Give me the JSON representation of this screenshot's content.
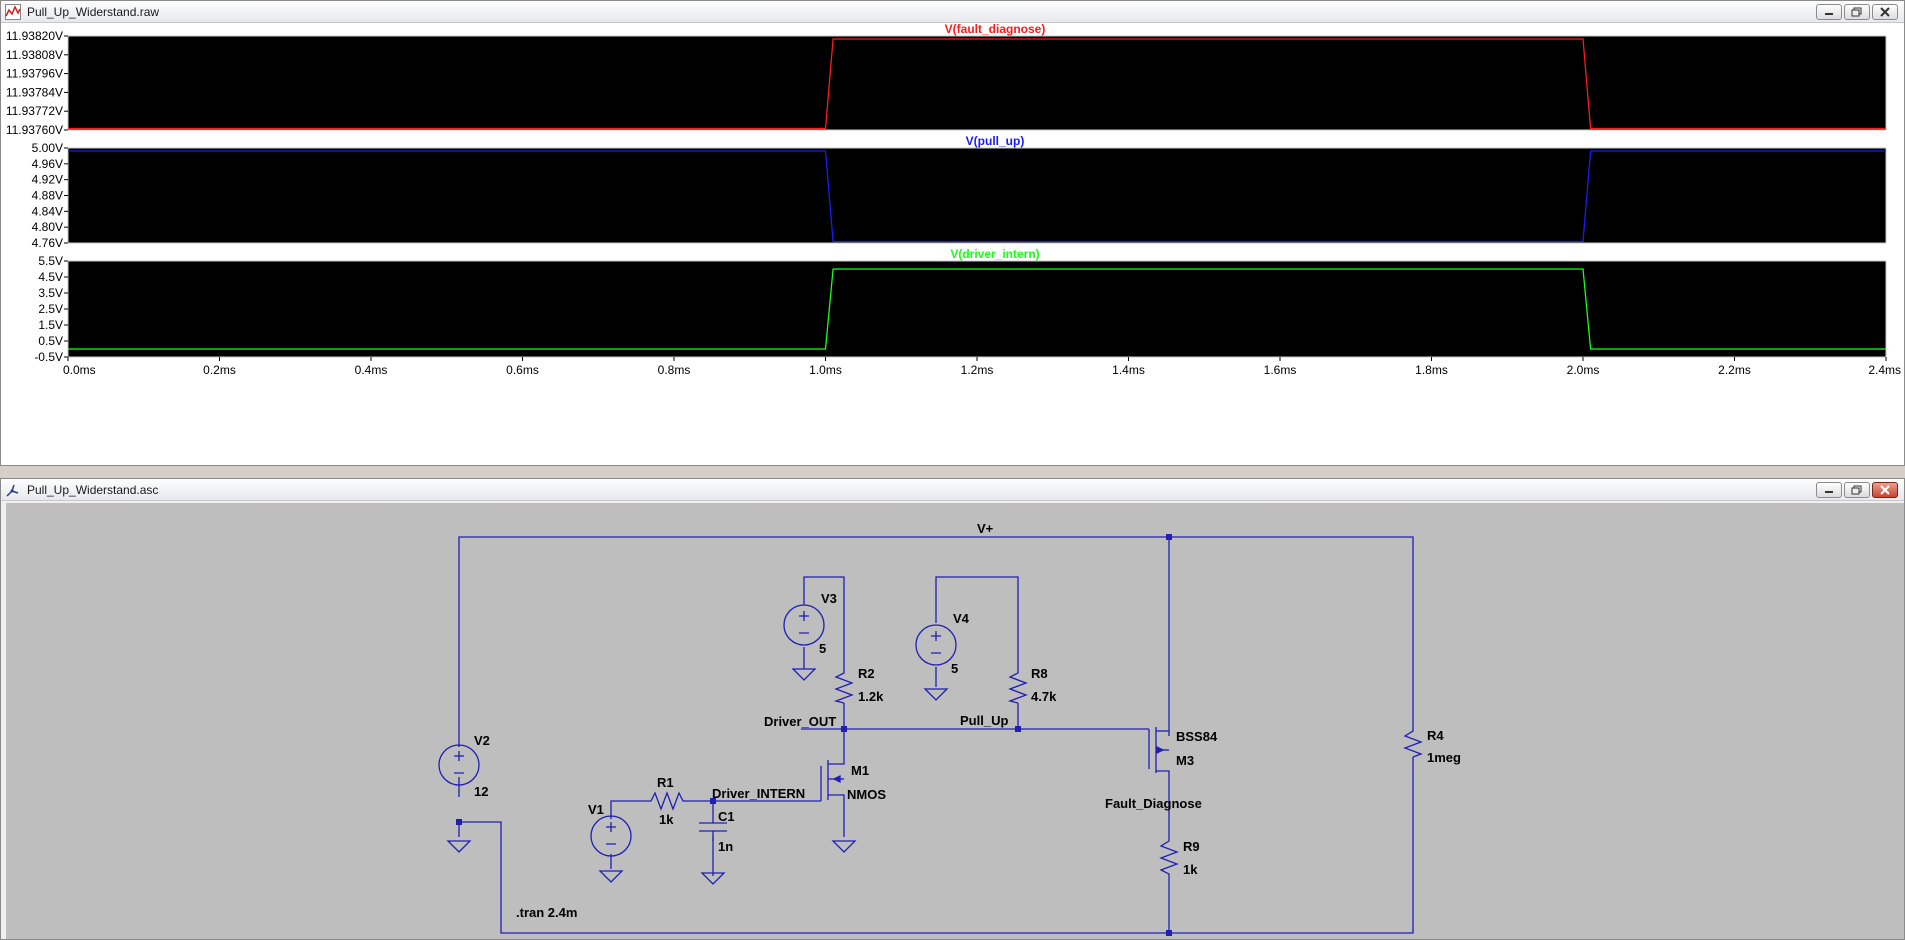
{
  "plot_window": {
    "title": "Pull_Up_Widerstand.raw",
    "colors": {
      "bg": "#000000",
      "frame": "#c8c8c8",
      "axis_text": "#000000"
    },
    "panes": [
      {
        "trace": "V(fault_diagnose)",
        "color": "#ff1a1a",
        "ticks": [
          "11.93820V",
          "11.93808V",
          "11.93796V",
          "11.93784V",
          "11.93772V",
          "11.93760V"
        ]
      },
      {
        "trace": "V(pull_up)",
        "color": "#1a1aff",
        "ticks": [
          "5.00V",
          "4.96V",
          "4.92V",
          "4.88V",
          "4.84V",
          "4.80V",
          "4.76V"
        ]
      },
      {
        "trace": "V(driver_intern)",
        "color": "#1aff1a",
        "ticks": [
          "5.5V",
          "4.5V",
          "3.5V",
          "2.5V",
          "1.5V",
          "0.5V",
          "-0.5V"
        ]
      }
    ],
    "x_ticks": [
      "0.0ms",
      "0.2ms",
      "0.4ms",
      "0.6ms",
      "0.8ms",
      "1.0ms",
      "1.2ms",
      "1.4ms",
      "1.6ms",
      "1.8ms",
      "2.0ms",
      "2.2ms",
      "2.4ms"
    ]
  },
  "chart_data": [
    {
      "type": "line",
      "series": [
        {
          "name": "V(fault_diagnose)",
          "x_ms": [
            0,
            1.0,
            1.01,
            2.0,
            2.01,
            2.4
          ],
          "values": [
            11.9376,
            11.9376,
            11.9382,
            11.9382,
            11.9376,
            11.9376
          ]
        }
      ],
      "ylim": [
        11.9376,
        11.9382
      ],
      "xlim": [
        0,
        2.4
      ]
    },
    {
      "type": "line",
      "series": [
        {
          "name": "V(pull_up)",
          "x_ms": [
            0,
            1.0,
            1.01,
            2.0,
            2.01,
            2.4
          ],
          "values": [
            5.0,
            5.0,
            4.76,
            4.76,
            5.0,
            5.0
          ]
        }
      ],
      "ylim": [
        4.76,
        5.0
      ],
      "xlim": [
        0,
        2.4
      ]
    },
    {
      "type": "line",
      "series": [
        {
          "name": "V(driver_intern)",
          "x_ms": [
            0,
            1.0,
            1.01,
            2.0,
            2.01,
            2.4
          ],
          "values": [
            0.0,
            0.0,
            5.0,
            5.0,
            0.0,
            0.0
          ]
        }
      ],
      "ylim": [
        -0.5,
        5.5
      ],
      "xlim": [
        0,
        2.4
      ]
    }
  ],
  "schematic_window": {
    "title": "Pull_Up_Widerstand.asc",
    "colors": {
      "bg": "#bebebe",
      "wire": "#1f1fb4",
      "text": "#000000"
    },
    "labels": {
      "vplus": "V+",
      "driver_out": "Driver_OUT",
      "pull_up": "Pull_Up",
      "driver_intern": "Driver_INTERN",
      "fault_diagnose": "Fault_Diagnose",
      "tran": ".tran 2.4m"
    },
    "components": {
      "V1": {
        "name": "V1"
      },
      "V2": {
        "name": "V2",
        "value": "12"
      },
      "V3": {
        "name": "V3",
        "value": "5"
      },
      "V4": {
        "name": "V4",
        "value": "5"
      },
      "R1": {
        "name": "R1",
        "value": "1k"
      },
      "R2": {
        "name": "R2",
        "value": "1.2k"
      },
      "R4": {
        "name": "R4",
        "value": "1meg"
      },
      "R8": {
        "name": "R8",
        "value": "4.7k"
      },
      "R9": {
        "name": "R9",
        "value": "1k"
      },
      "C1": {
        "name": "C1",
        "value": "1n"
      },
      "M1": {
        "name": "M1",
        "value": "NMOS"
      },
      "M3": {
        "name": "M3",
        "value": "BSS84"
      }
    }
  }
}
